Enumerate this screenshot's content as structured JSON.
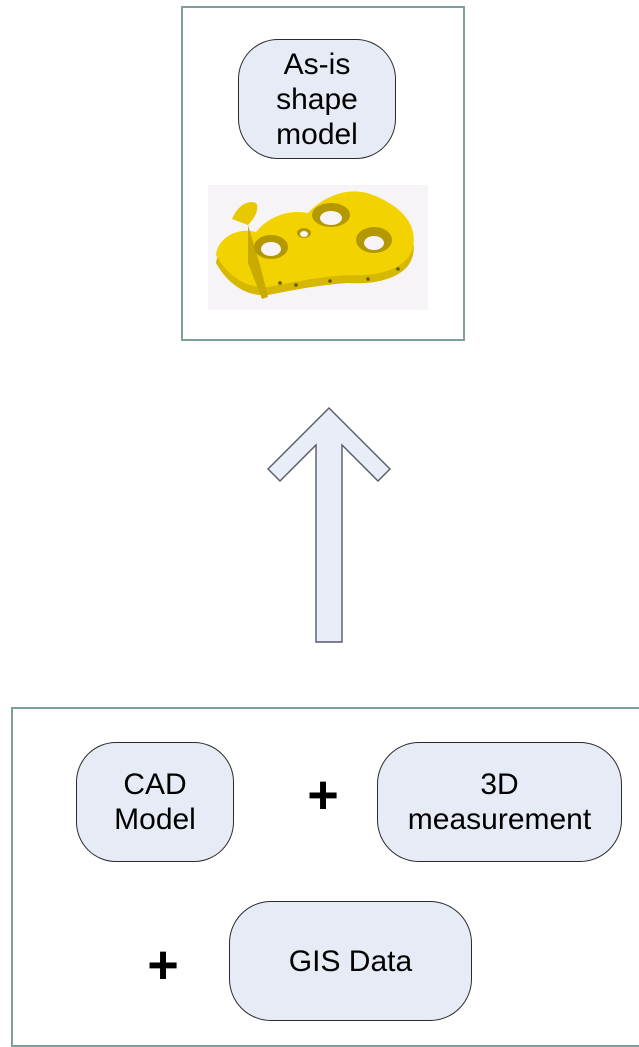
{
  "top_box": {
    "label": "As-is\nshape\nmodel",
    "image_icon": "yellow-mechanical-part-3d-model"
  },
  "arrow": {
    "direction": "up",
    "icon": "up-arrow-icon"
  },
  "bottom_box": {
    "cad_label": "CAD\nModel",
    "measurement_label": "3D\nmeasurement",
    "gis_label": "GIS Data",
    "plus_1": "+",
    "plus_2": "+"
  },
  "colors": {
    "frame_border": "#7f9f9a",
    "pill_fill": "#e6ebf6",
    "part_yellow": "#f2d200",
    "arrow_fill": "#e8edf7"
  }
}
